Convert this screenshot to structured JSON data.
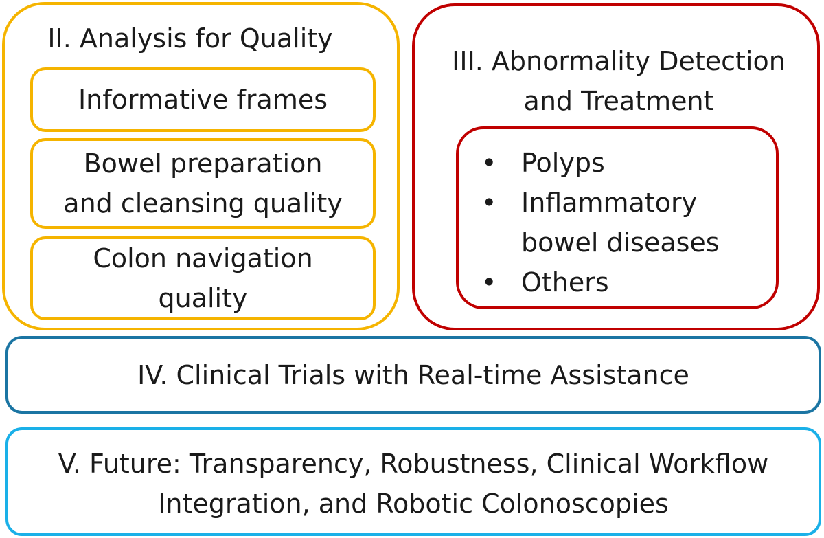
{
  "section_ii": {
    "title": "II. Analysis for Quality",
    "items": [
      {
        "lines": [
          "Informative frames"
        ]
      },
      {
        "lines": [
          "Bowel preparation",
          "and cleansing quality"
        ]
      },
      {
        "lines": [
          "Colon navigation",
          "quality"
        ]
      }
    ],
    "border_color": "#f5b400"
  },
  "section_iii": {
    "title_lines": [
      "III. Abnormality Detection",
      "and Treatment"
    ],
    "bullet_symbol": "•",
    "bullets": [
      {
        "lines": [
          "Polyps"
        ]
      },
      {
        "lines": [
          "Inflammatory",
          "bowel diseases"
        ]
      },
      {
        "lines": [
          "Others"
        ]
      }
    ],
    "border_color": "#c00000"
  },
  "section_iv": {
    "title": "IV. Clinical Trials with Real-time Assistance",
    "border_color": "#1b75a3"
  },
  "section_v": {
    "lines": [
      "V. Future: Transparency, Robustness, Clinical Workflow",
      "Integration, and Robotic Colonoscopies"
    ],
    "border_color": "#1ab0e8"
  }
}
